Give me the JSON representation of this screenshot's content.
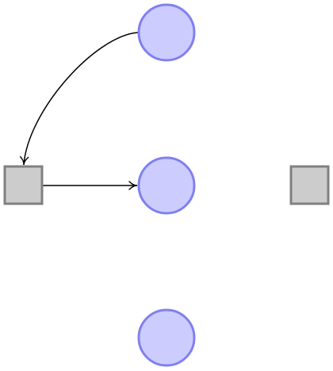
{
  "diagram": {
    "type": "petri-net",
    "colors": {
      "place_fill": "#ccccff",
      "place_stroke": "#8080f0",
      "transition_fill": "#cccccc",
      "transition_stroke": "#808080",
      "arc_stroke": "#000000"
    },
    "places": [
      {
        "id": "place-top"
      },
      {
        "id": "place-middle"
      },
      {
        "id": "place-bottom"
      }
    ],
    "transitions": [
      {
        "id": "transition-left"
      },
      {
        "id": "transition-right"
      }
    ],
    "arcs": [
      {
        "from": "place-top",
        "to": "transition-left"
      },
      {
        "from": "transition-left",
        "to": "place-middle"
      }
    ]
  }
}
